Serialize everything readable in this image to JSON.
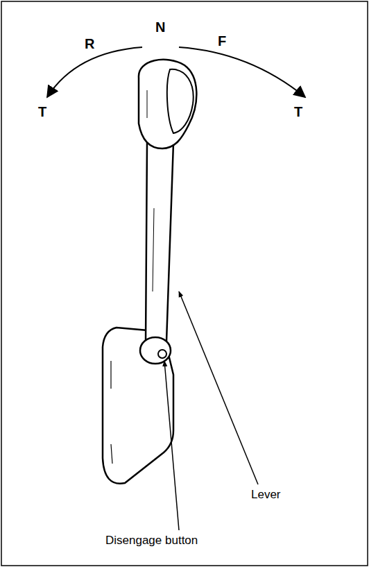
{
  "diagram": {
    "labels": [
      "N",
      "R",
      "F",
      "T",
      "T",
      "Lever",
      "Disengage button"
    ]
  }
}
